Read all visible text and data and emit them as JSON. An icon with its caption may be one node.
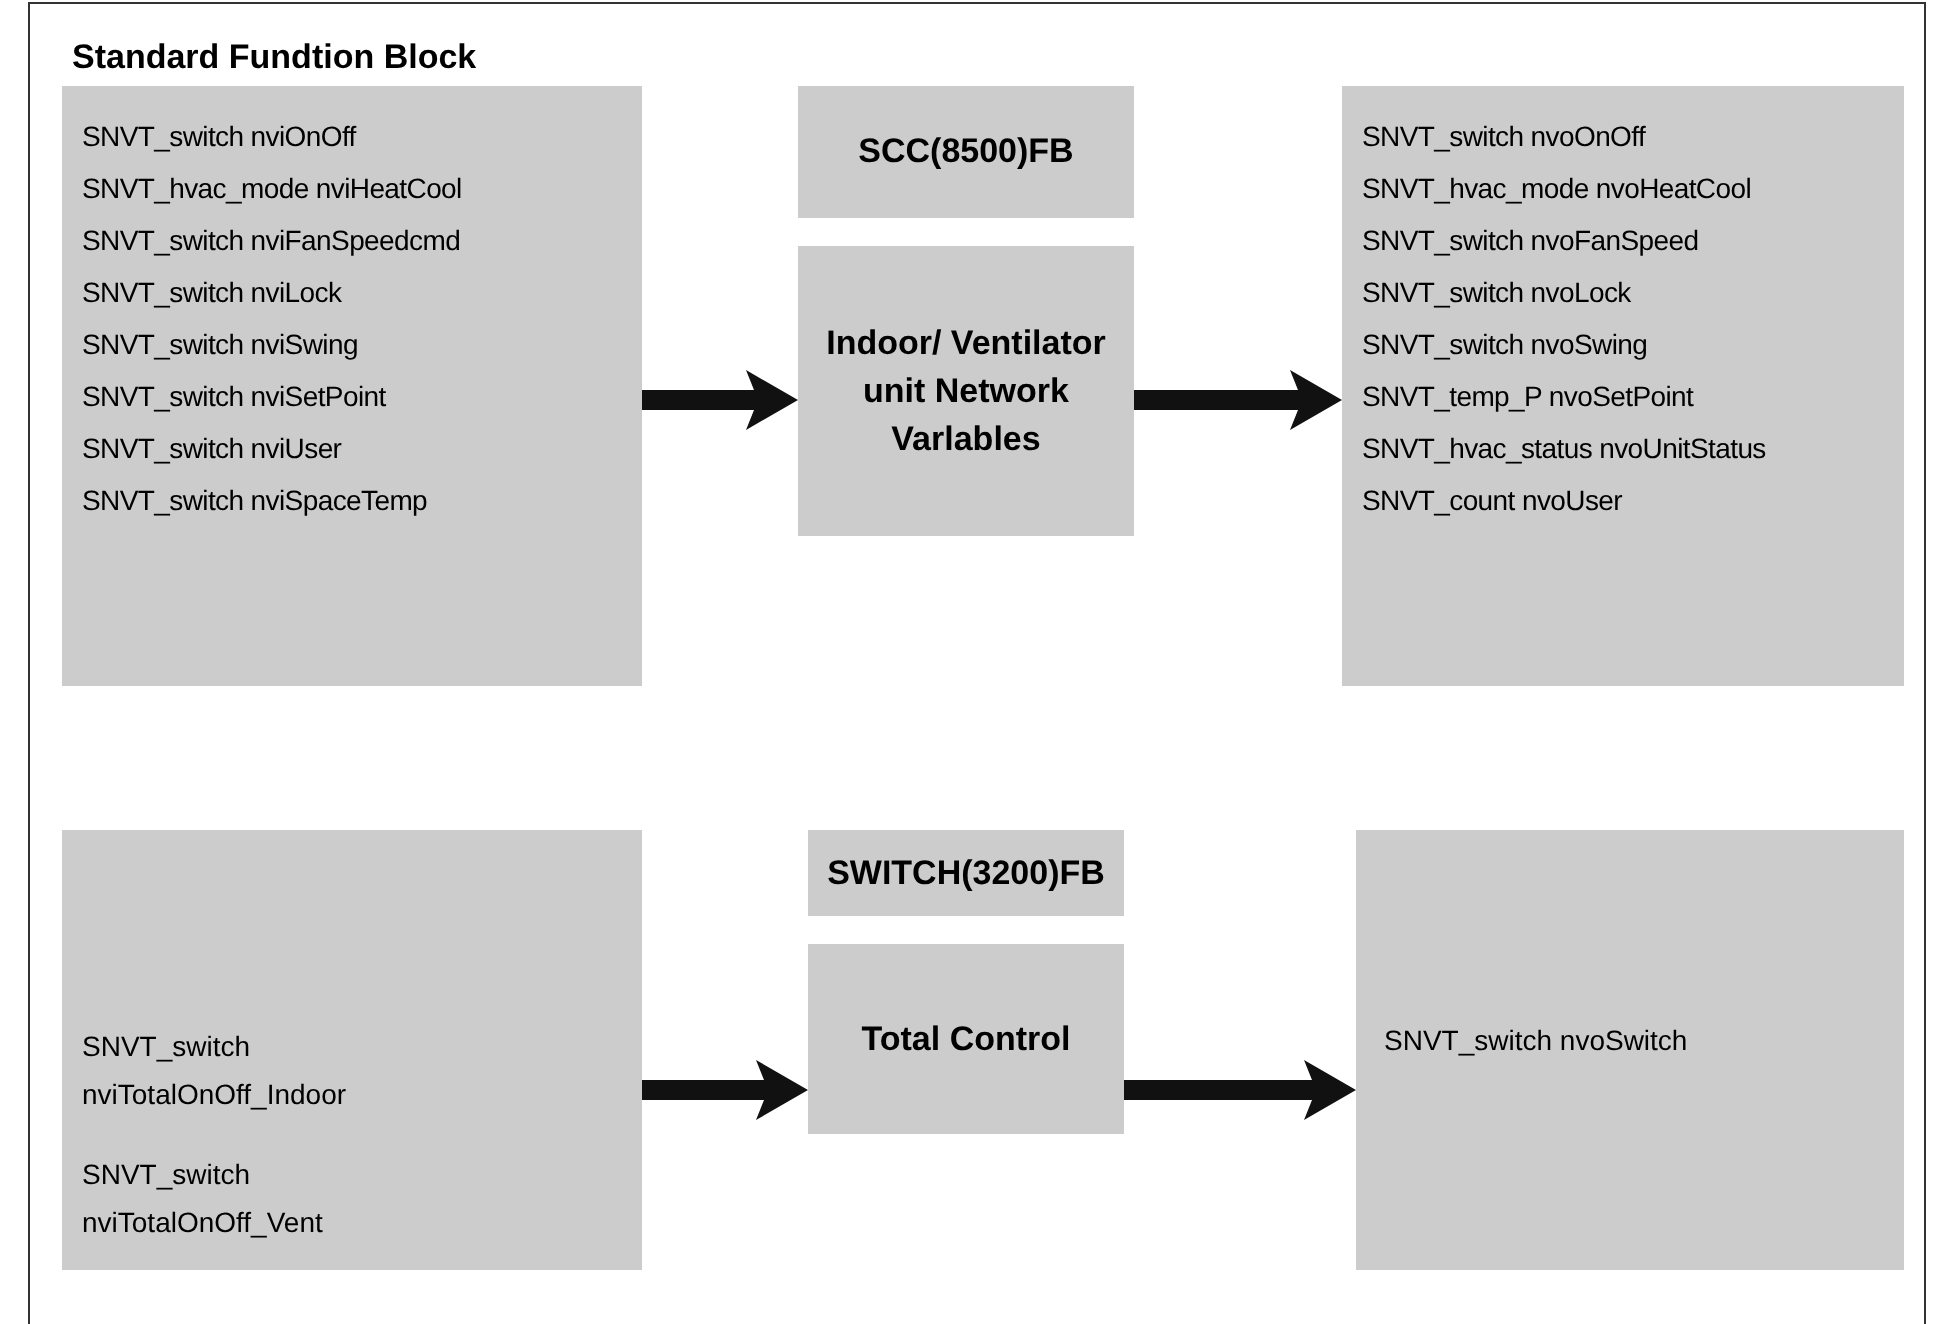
{
  "diagram": {
    "title": "Standard Fundtion Block",
    "nodes": [
      {
        "text": [
          "SNVT_switch nviOnOff",
          "SNVT_hvac_mode nviHeatCool",
          "SNVT_switch nviFanSpeedcmd",
          "SNVT_switch nviLock",
          "SNVT_switch nviSwing",
          "SNVT_switch nviSetPoint",
          "SNVT_switch nviUser",
          "SNVT_switch nviSpaceTemp"
        ]
      },
      {
        "text": [
          "SCC(8500)FB"
        ]
      },
      {
        "text": [
          "Indoor/ Ventilator unit Network Varlables"
        ]
      },
      {
        "text": [
          "SNVT_switch nvoOnOff",
          "SNVT_hvac_mode nvoHeatCool",
          "SNVT_switch nvoFanSpeed",
          "SNVT_switch nvoLock",
          "SNVT_switch nvoSwing",
          "SNVT_temp_P nvoSetPoint",
          "SNVT_hvac_status nvoUnitStatus",
          "SNVT_count nvoUser"
        ]
      },
      {
        "text": [
          "SNVT_switch nviTotalOnOff_Indoor",
          "SNVT_switch nviTotalOnOff_Vent"
        ]
      },
      {
        "text": [
          "SWITCH(3200)FB"
        ]
      },
      {
        "text": [
          "Total Control"
        ]
      },
      {
        "text": [
          "SNVT_switch nvoSwitch"
        ]
      }
    ],
    "edges": [
      {
        "from": 0,
        "to": 2,
        "arrow": "to"
      },
      {
        "from": 2,
        "to": 3,
        "arrow": "to"
      },
      {
        "from": 4,
        "to": 6,
        "arrow": "to"
      },
      {
        "from": 6,
        "to": 7,
        "arrow": "to"
      }
    ]
  }
}
